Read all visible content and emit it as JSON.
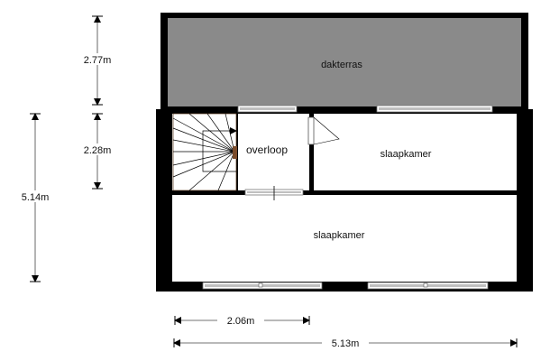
{
  "rooms": {
    "roof_terrace": "dakterras",
    "landing": "overloop",
    "bedroom_small": "slaapkamer",
    "bedroom_large": "slaapkamer"
  },
  "dimensions": {
    "roof_terrace_depth": "2.77m",
    "landing_depth": "2.28m",
    "total_depth": "5.14m",
    "partial_width": "2.06m",
    "total_width": "5.13m"
  },
  "colors": {
    "wall": "#000000",
    "terrace_fill": "#8a8a8a",
    "window": "#bfbfbf",
    "stair_post": "#7a4b2a"
  }
}
